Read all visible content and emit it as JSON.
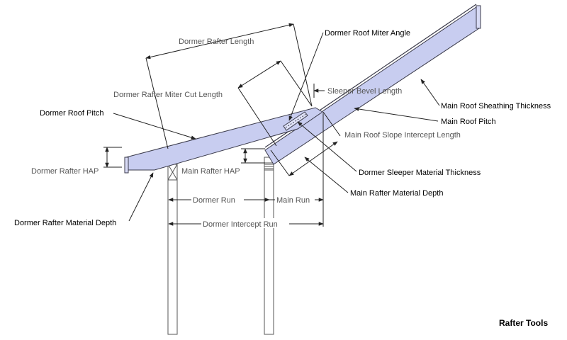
{
  "labels": {
    "dormer_rafter_length": "Dormer Rafter Length",
    "dormer_roof_miter_angle": "Dormer Roof Miter Angle",
    "dormer_rafter_miter_cut_length": "Dormer Rafter Miter Cut Length",
    "sleeper_bevel_length": "Sleeper Bevel Length",
    "main_roof_sheathing_thickness": "Main Roof Sheathing Thickness",
    "dormer_roof_pitch": "Dormer Roof Pitch",
    "main_roof_pitch": "Main Roof Pitch",
    "main_roof_slope_intercept_length": "Main Roof Slope Intercept Length",
    "dormer_rafter_hap": "Dormer Rafter HAP",
    "main_rafter_hap": "Main Rafter HAP",
    "dormer_sleeper_material_thickness": "Dormer Sleeper Material Thickness",
    "main_rafter_material_depth": "Main Rafter Material Depth",
    "dormer_run": "Dormer Run",
    "main_run": "Main Run",
    "dormer_rafter_material_depth": "Dormer Rafter Material Depth",
    "dormer_intercept_run": "Dormer Intercept Run"
  },
  "brand": "Rafter Tools",
  "colors": {
    "member_fill": "#c8cdf0",
    "member_stroke": "#3a3a4a",
    "line": "#222222"
  }
}
